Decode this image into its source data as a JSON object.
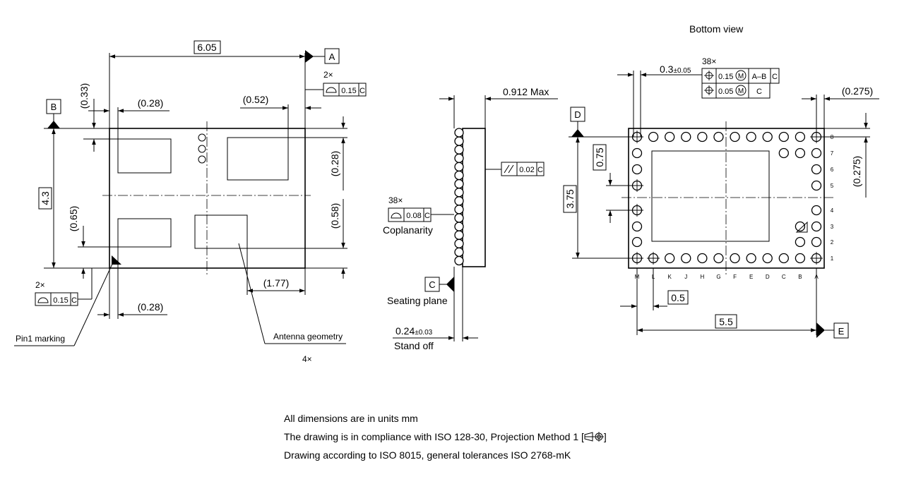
{
  "titles": {
    "bottom_view": "Bottom view"
  },
  "top_view": {
    "dims": {
      "width": "6.05",
      "height": "4.3",
      "d033": "(0.33)",
      "d028_top": "(0.28)",
      "d052": "(0.52)",
      "d028_right": "(0.28)",
      "d058": "(0.58)",
      "d065": "(0.65)",
      "d177": "(1.77)",
      "d028_bottom": "(0.28)"
    },
    "datum_a": "A",
    "datum_b": "B",
    "fcf_top": {
      "count": "2×",
      "value": "0.15",
      "datum": "C"
    },
    "fcf_left": {
      "count": "2×",
      "value": "0.15",
      "datum": "C"
    },
    "pin1_label": "Pin1 marking",
    "antenna_label": "Antenna geometry",
    "antenna_count": "4×"
  },
  "side_view": {
    "max_height": "0.912 Max",
    "parallelism": {
      "value": "0.02",
      "datum": "C"
    },
    "coplanarity": {
      "count": "38×",
      "value": "0.08",
      "datum": "C",
      "label": "Coplanarity"
    },
    "datum_c": "C",
    "seating_plane": "Seating plane",
    "standoff_value": "0.24",
    "standoff_tol": "±0.03",
    "standoff_label": "Stand off"
  },
  "bottom_view": {
    "ball_dia": "0.3",
    "ball_tol": "±0.05",
    "fcf": {
      "count": "38×",
      "row1_value": "0.15",
      "row1_mod": "M",
      "row1_datums": "A–B",
      "row1_datum2": "C",
      "row2_value": "0.05",
      "row2_mod": "M",
      "row2_datum": "C"
    },
    "datum_d": "D",
    "datum_e": "E",
    "d0275_h": "(0.275)",
    "d0275_v": "(0.275)",
    "d075": "0.75",
    "d375": "3.75",
    "d05": "0.5",
    "d55": "5.5",
    "columns": [
      "M",
      "L",
      "K",
      "J",
      "H",
      "G",
      "F",
      "E",
      "D",
      "C",
      "B",
      "A"
    ],
    "rows": [
      "8",
      "7",
      "6",
      "5",
      "4",
      "3",
      "2",
      "1"
    ]
  },
  "notes": [
    "All dimensions are in units mm",
    "The drawing is in compliance with ISO 128-30, Projection Method 1 [",
    "Drawing according to ISO 8015, general tolerances ISO 2768-mK"
  ],
  "notes_tail": "]"
}
